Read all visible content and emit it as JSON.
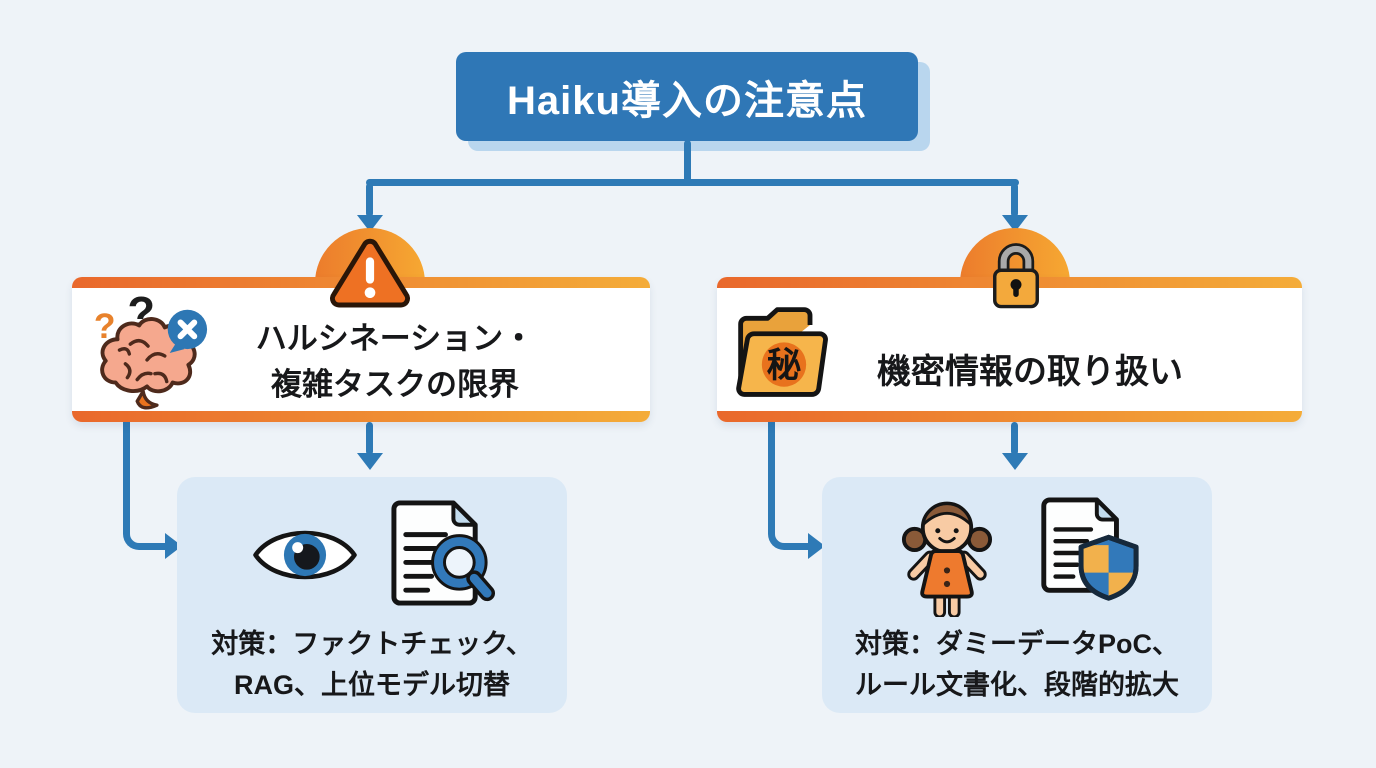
{
  "colors": {
    "background": "#eef3f8",
    "title_bg": "#2f77b6",
    "title_shadow": "#b9d6ee",
    "arrow": "#2e7ab6",
    "bar_a": "#e9682c",
    "bar_b": "#f4ac39",
    "card_bg": "#ffffff",
    "solution_bg": "#dbe9f6",
    "text_dark": "#17181a"
  },
  "title": {
    "label": "Haiku導入の注意点"
  },
  "left_branch": {
    "badge_icon": "warning-triangle-icon",
    "card": {
      "icon": "brain-question-icon",
      "icon_marks": {
        "q1": "?",
        "q2": "?",
        "x": "×"
      },
      "line1": "ハルシネーション・",
      "line2": "複雑タスクの限界"
    },
    "solution": {
      "icons": [
        "eye-icon",
        "document-magnifier-icon"
      ],
      "line1": "対策：ファクトチェック、",
      "line2": "RAG、上位モデル切替"
    }
  },
  "right_branch": {
    "badge_icon": "padlock-icon",
    "card": {
      "icon": "confidential-folder-icon",
      "folder_stamp": "秘",
      "label": "機密情報の取り扱い"
    },
    "solution": {
      "icons": [
        "doll-icon",
        "document-shield-icon"
      ],
      "line1": "対策：ダミーデータPoC、",
      "line2": "ルール文書化、段階的拡大"
    }
  }
}
